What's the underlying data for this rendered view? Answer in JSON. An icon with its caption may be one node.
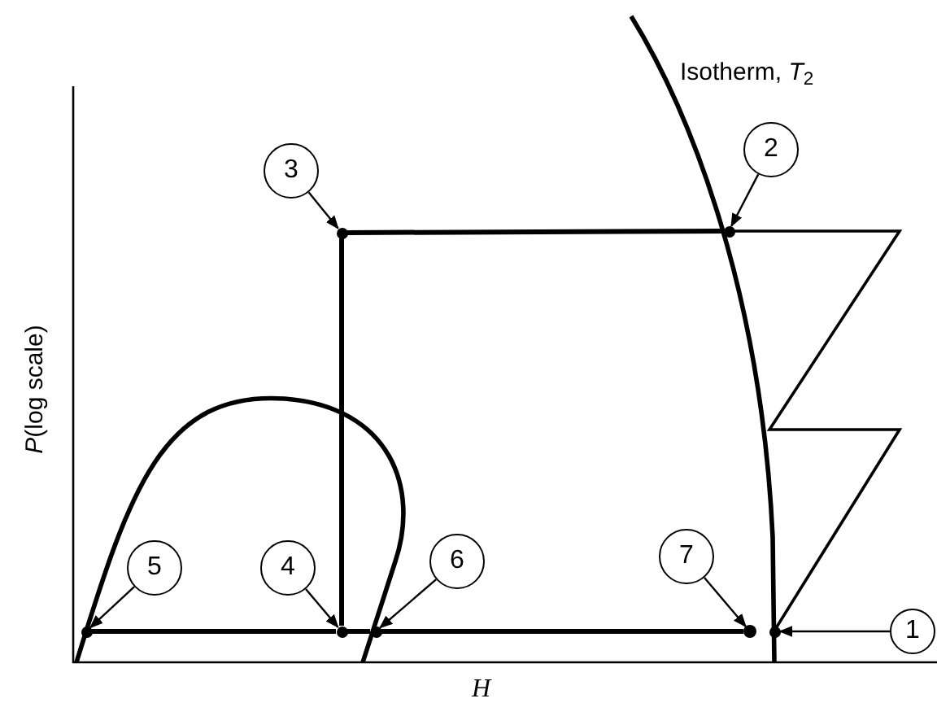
{
  "diagram": {
    "nodes": [
      {
        "text": [
          "1"
        ]
      },
      {
        "text": [
          "2"
        ]
      },
      {
        "text": [
          "3"
        ]
      },
      {
        "text": [
          "4"
        ]
      },
      {
        "text": [
          "5"
        ]
      },
      {
        "text": [
          "6"
        ]
      },
      {
        "text": [
          "7"
        ]
      },
      {
        "text": [],
        "shape": "circle"
      },
      {
        "text": [],
        "shape": "circle"
      },
      {
        "text": [],
        "shape": "circle"
      },
      {
        "text": [],
        "shape": "circle"
      },
      {
        "text": [],
        "shape": "circle"
      },
      {
        "text": [],
        "shape": "circle"
      },
      {
        "text": [],
        "shape": "circle"
      }
    ],
    "edges": [
      {
        "from": 0,
        "to": 7,
        "arrow": "to"
      },
      {
        "from": 1,
        "to": 8,
        "arrow": "to"
      },
      {
        "from": 2,
        "to": 9,
        "arrow": "to"
      },
      {
        "from": 3,
        "to": 10,
        "arrow": "to"
      },
      {
        "from": 4,
        "to": 11,
        "arrow": "to"
      },
      {
        "from": 5,
        "to": 12,
        "arrow": "to"
      },
      {
        "from": 6,
        "to": 13,
        "arrow": "to"
      },
      {
        "from": 9,
        "to": 8,
        "arrow": "none",
        "style": "thick"
      },
      {
        "from": 9,
        "to": 10,
        "arrow": "none",
        "style": "thick"
      },
      {
        "from": 11,
        "to": 10,
        "arrow": "none",
        "style": "thick"
      },
      {
        "from": 10,
        "to": 12,
        "arrow": "none",
        "style": "thick"
      },
      {
        "from": 12,
        "to": 13,
        "arrow": "none",
        "style": "thick"
      }
    ],
    "labels": [
      "Isotherm, *T*$_{2}$",
      "*P*(log scale)",
      "H"
    ]
  }
}
